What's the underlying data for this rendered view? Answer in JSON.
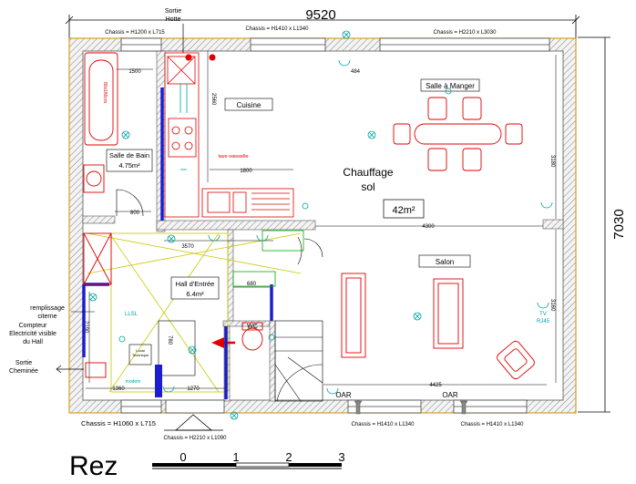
{
  "dimensions": {
    "overall_width": "9520",
    "overall_height": "7030",
    "kitchen_depth": "2560",
    "corridor_width": "3570",
    "sink_width": "1800",
    "bath_width": "1500",
    "bath_door": "800",
    "dining_height": "3180",
    "living_height": "3160",
    "living_width": "4300",
    "front_width": "4425",
    "entry_width": "1270",
    "left_bottom": "1360",
    "wc_width": "680",
    "hall_dim": "780",
    "left_side": "2190",
    "dining_window_pos": "484"
  },
  "windows": {
    "top_left": "Chassis = H1200 x L715",
    "top_mid": "Chassis = H1410 x L1340",
    "top_right": "Chassis = H2210 x L3030",
    "bottom_left": "Chassis = H1060 x L715",
    "bottom_door": "Chassis = H2210 x L1090",
    "bottom_mid": "Chassis = H1410 x L1340",
    "bottom_right": "Chassis = H1410 x L1340"
  },
  "rooms": {
    "kitchen": "Cuisine",
    "dining": "Salle à Manger",
    "bathroom": "Salle de Bain",
    "bathroom_area": "4.75m²",
    "hall": "Hall d'Entrée",
    "hall_area": "6.4m²",
    "living": "Salon",
    "floor_heating_1": "Chauffage",
    "floor_heating_2": "sol",
    "main_area": "42m²"
  },
  "annotations": {
    "hood_exit_1": "Sortie",
    "hood_exit_2": "Hotte",
    "fill_1": "remplissage",
    "fill_2": "citerne",
    "meter_1": "Compteur",
    "meter_2": "Electricité visible",
    "meter_3": "du Hall",
    "chimney_1": "Sortie",
    "chimney_2": "Cheminée",
    "sink_label": "lave-vaisselle",
    "tech_room_1": "Local",
    "tech_room_2": "Technique",
    "oar_left": "OAR",
    "oar_right": "OAR",
    "wc": "WC",
    "tv_1": "TV",
    "tv_2": "RJ45",
    "bath_label": "80x180cm",
    "modem": "modem",
    "lsl": "LLSL"
  },
  "scale": {
    "title": "Rez",
    "ticks": [
      "0",
      "1",
      "2",
      "3"
    ]
  },
  "colors": {
    "wall_outline": "#555555",
    "facade": "#d4a11e",
    "furniture": "#e00000",
    "electrical": "#00a0a0",
    "insulation": "#1c1cd0",
    "plumbing": "#00b000",
    "beams": "#c8c800"
  }
}
